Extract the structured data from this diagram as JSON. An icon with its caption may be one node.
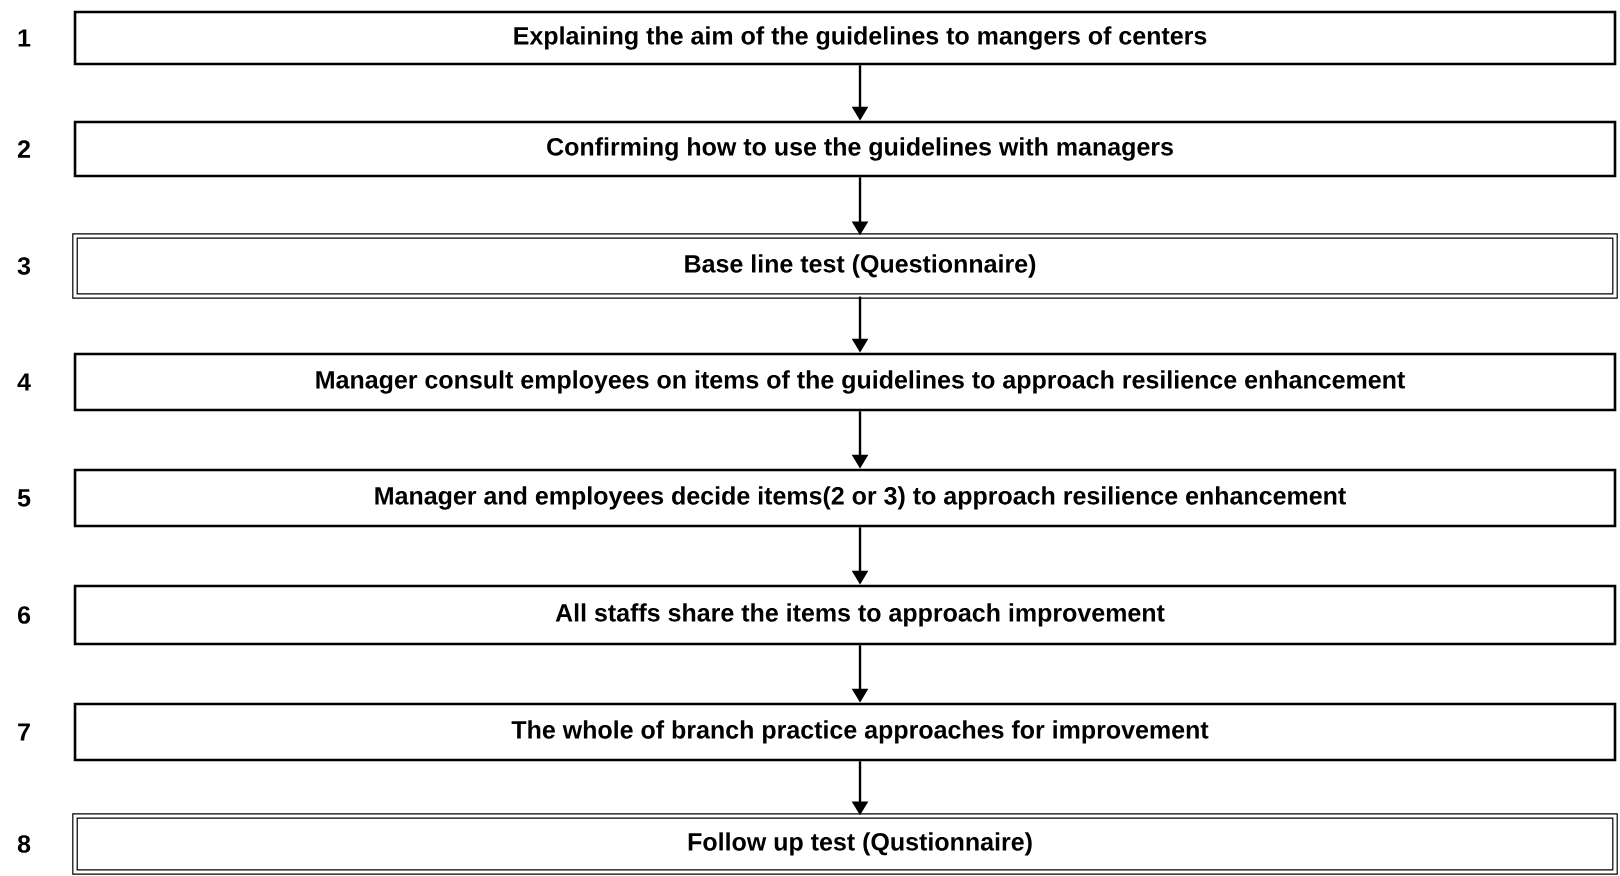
{
  "diagram": {
    "nodes": [
      {
        "text": [
          "Explaining the aim of the guidelines to mangers of centers"
        ],
        "beside": [
          "1"
        ]
      },
      {
        "text": [
          "Confirming how to use the guidelines with managers"
        ],
        "beside": [
          "2"
        ]
      },
      {
        "text": [
          "Base line test (Questionnaire)"
        ],
        "beside": [
          "3"
        ]
      },
      {
        "text": [
          "Manager consult employees on items of the guidelines to approach resilience enhancement"
        ],
        "beside": [
          "4"
        ]
      },
      {
        "text": [
          "Manager and employees decide items(2 or 3) to approach resilience enhancement"
        ],
        "beside": [
          "5"
        ]
      },
      {
        "text": [
          "All staffs share the items to approach improvement"
        ],
        "beside": [
          "6"
        ]
      },
      {
        "text": [
          "The whole of branch practice approaches for improvement"
        ],
        "beside": [
          "7"
        ]
      },
      {
        "text": [
          "Follow up test (Qustionnaire)"
        ],
        "beside": [
          "8"
        ]
      }
    ],
    "edges": [
      {
        "from": 0,
        "to": 1,
        "arrow": "to"
      },
      {
        "from": 1,
        "to": 2,
        "arrow": "to"
      },
      {
        "from": 2,
        "to": 3,
        "arrow": "to"
      },
      {
        "from": 3,
        "to": 4,
        "arrow": "to"
      },
      {
        "from": 4,
        "to": 5,
        "arrow": "to"
      },
      {
        "from": 5,
        "to": 6,
        "arrow": "to"
      },
      {
        "from": 6,
        "to": 7,
        "arrow": "to"
      }
    ]
  }
}
